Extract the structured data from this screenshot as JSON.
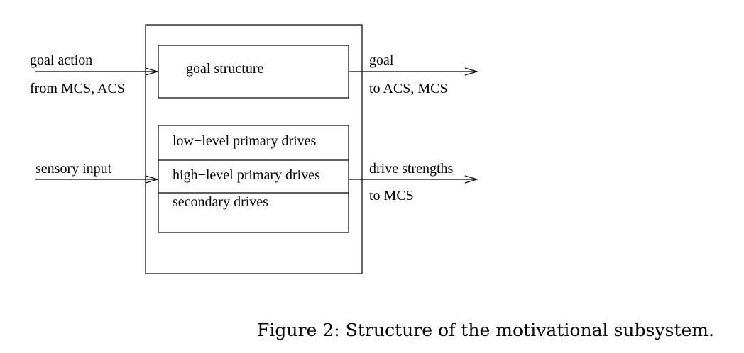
{
  "inputs": {
    "goal_action_line1": "goal action",
    "goal_action_line2": "from MCS, ACS",
    "sensory_input": "sensory input"
  },
  "modules": {
    "goal_structure": "goal structure",
    "drives": [
      "low−level primary drives",
      "high−level primary drives",
      "secondary drives"
    ]
  },
  "outputs": {
    "goal_line1": "goal",
    "goal_line2": "to ACS, MCS",
    "drive_line1": "drive strengths",
    "drive_line2": "to MCS"
  },
  "caption": "Figure 2: Structure of the motivational subsystem."
}
